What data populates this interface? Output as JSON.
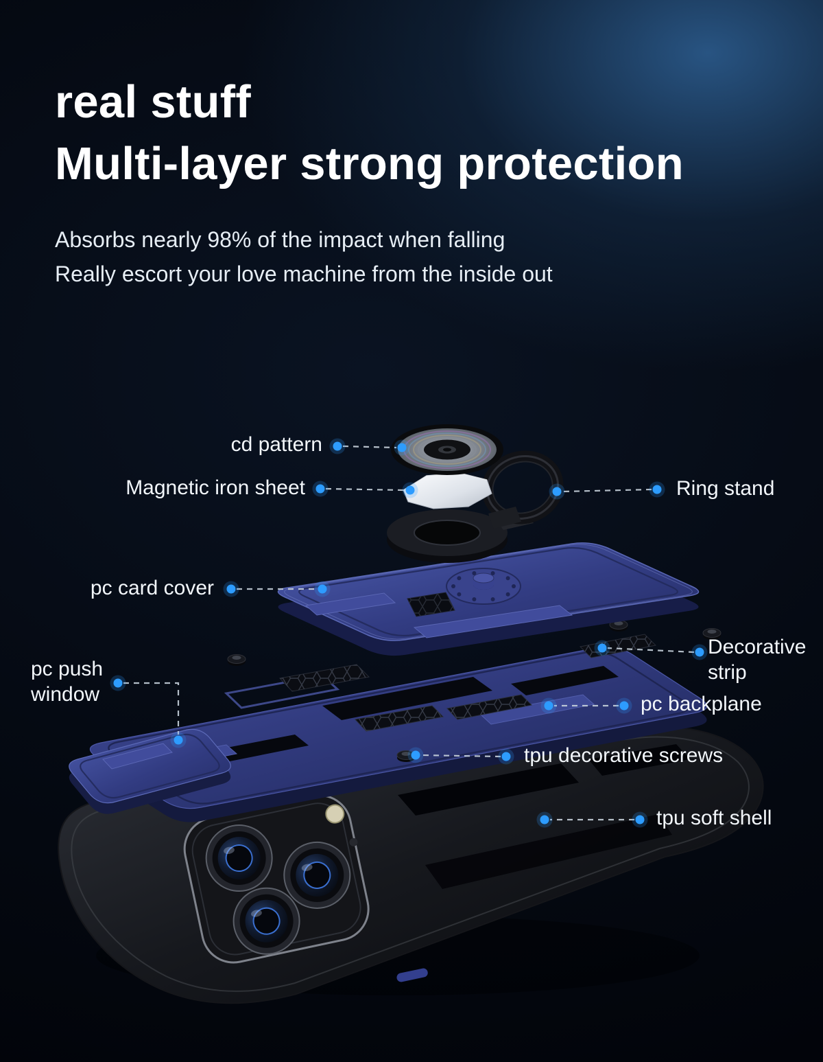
{
  "colors": {
    "accent_dot_blue": "#2d9cff",
    "case_blue": "#39438c",
    "tpu_shell_black": "#101217",
    "background_glow_blue": "#2c5c8e",
    "title_text": "#ffffff"
  },
  "header": {
    "title_line1": "real stuff",
    "title_line2": "Multi-layer strong protection",
    "subtitle_line1": "Absorbs nearly 98% of the impact when falling",
    "subtitle_line2": "Really escort your love machine from the inside out"
  },
  "callouts": {
    "cd_pattern": "cd pattern",
    "magnetic_iron_sheet": "Magnetic iron sheet",
    "ring_stand": "Ring stand",
    "pc_card_cover": "pc card cover",
    "decorative_strip": "Decorative\nstrip",
    "pc_push_window": "pc push\nwindow",
    "pc_backplane": "pc backplane",
    "tpu_decorative_screws": "tpu decorative screws",
    "tpu_soft_shell": "tpu soft shell"
  }
}
